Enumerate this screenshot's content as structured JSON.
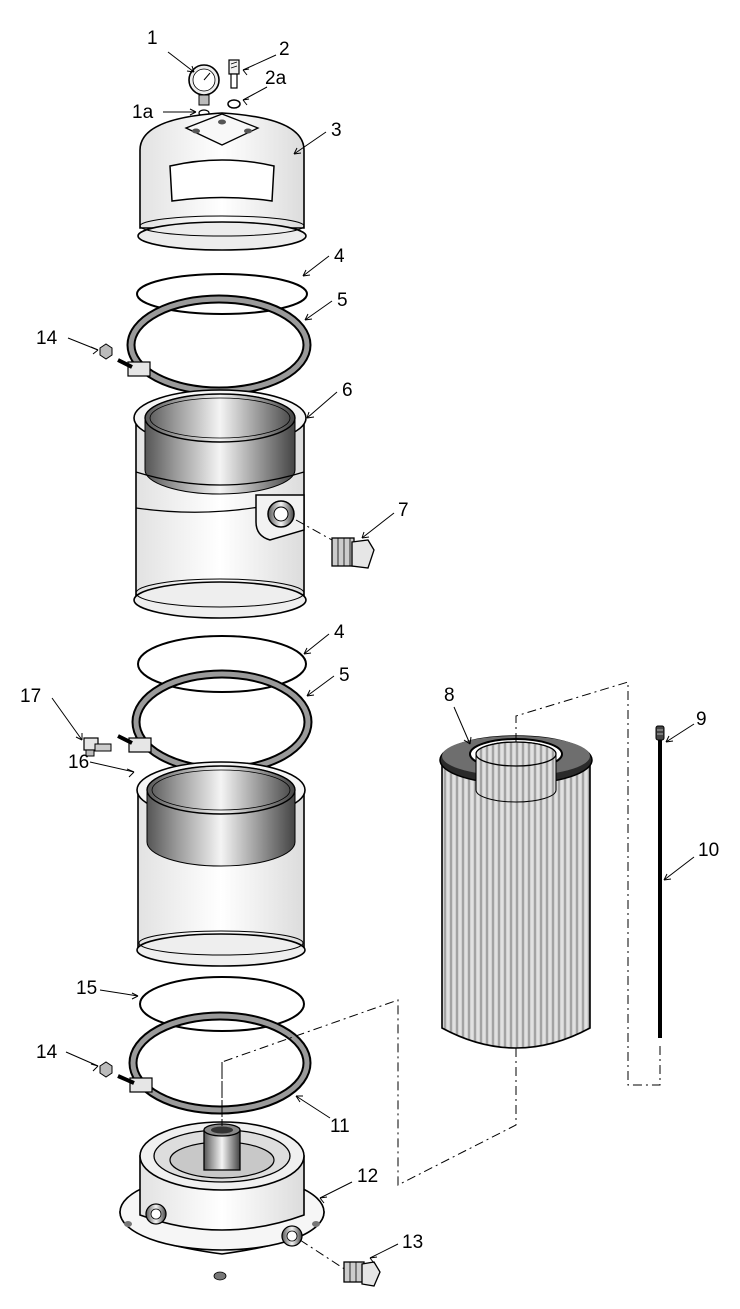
{
  "labels": {
    "p1": "1",
    "p1a": "1a",
    "p2": "2",
    "p2a": "2a",
    "p3": "3",
    "p4_top": "4",
    "p5_top": "5",
    "p6": "6",
    "p7": "7",
    "p4_mid": "4",
    "p5_mid": "5",
    "p8": "8",
    "p9": "9",
    "p10": "10",
    "p14_top": "14",
    "p17": "17",
    "p16": "16",
    "p15": "15",
    "p14_bot": "14",
    "p11": "11",
    "p12": "12",
    "p13": "13"
  }
}
